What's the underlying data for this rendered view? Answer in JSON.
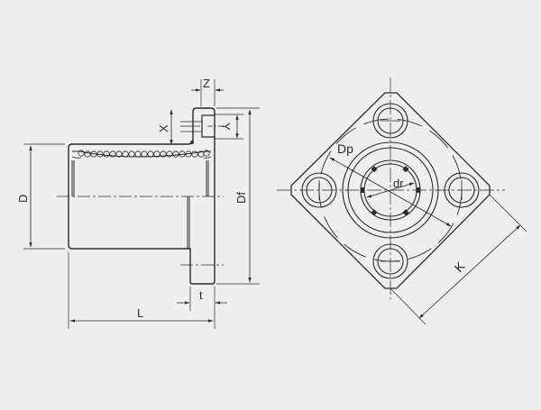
{
  "drawing": {
    "title": "Square flange linear bushing dimension drawing",
    "background": "#eeeef0",
    "line_color": "#2a2a2a",
    "side_view": {
      "labels": {
        "D": "D",
        "Df": "Df",
        "L": "L",
        "t": "t",
        "X": "X",
        "Y": "Y",
        "Z": "Z"
      }
    },
    "front_view": {
      "labels": {
        "Dp": "Dp",
        "dr": "dr",
        "K": "K"
      }
    }
  }
}
